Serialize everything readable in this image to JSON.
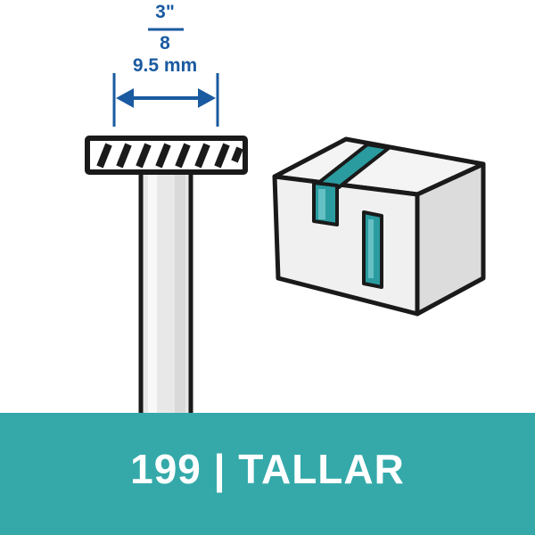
{
  "dimension": {
    "fraction_numerator": "3\"",
    "fraction_denominator": "8",
    "metric": "9.5 mm"
  },
  "banner": {
    "text": "199 | TALLAR"
  },
  "colors": {
    "dimension_blue": "#1a5aa0",
    "banner_teal": "#35a9aa",
    "slot_teal": "#2a9ca0",
    "outline": "#1a1a1a",
    "shank_gray": "#e8e8e8",
    "block_face": "#f0f0f0"
  },
  "icons": {
    "dimension_arrow": "double-arrow-icon",
    "tool": "cutter-bit-icon",
    "workpiece": "slotted-block-icon"
  }
}
